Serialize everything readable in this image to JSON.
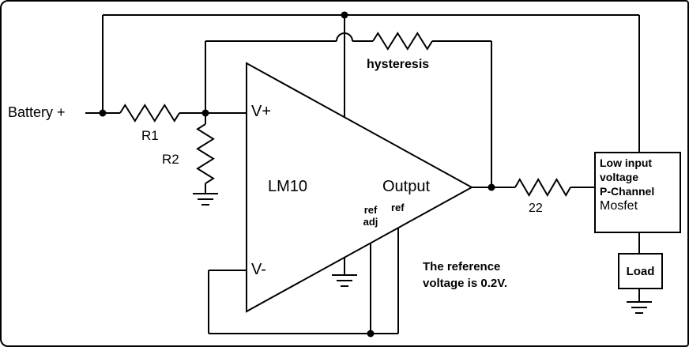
{
  "labels": {
    "battery": "Battery +",
    "r1": "R1",
    "r2": "R2",
    "opamp": "LM10",
    "vplus": "V+",
    "vminus": "V-",
    "output": "Output",
    "ref_adj_line1": "ref",
    "ref_adj_line2": "adj",
    "ref": "ref",
    "hysteresis": "hysteresis",
    "r22": "22"
  },
  "note": {
    "line1": "The reference",
    "line2": "voltage is 0.2V."
  },
  "mosfet": {
    "line1": "Low input",
    "line2": "voltage",
    "line3": "P-Channel",
    "line4": "Mosfet"
  },
  "load": {
    "label": "Load"
  },
  "colors": {
    "wire": "#000000",
    "background": "#ffffff"
  }
}
